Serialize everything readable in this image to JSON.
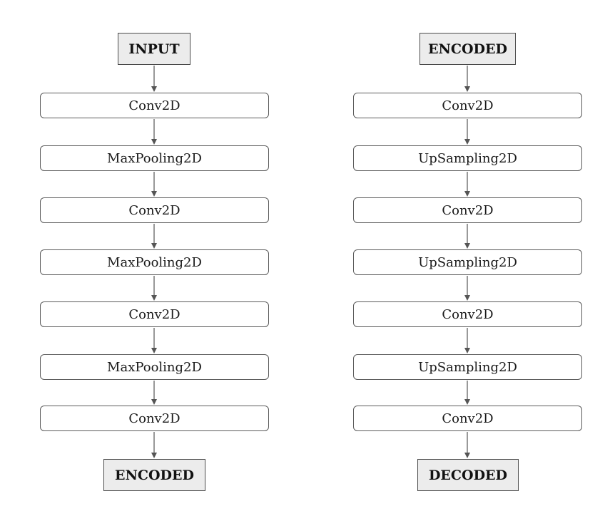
{
  "left_column": {
    "top_label": "INPUT",
    "layers": [
      "Conv2D",
      "MaxPooling2D",
      "Conv2D",
      "MaxPooling2D",
      "Conv2D",
      "MaxPooling2D",
      "Conv2D"
    ],
    "bottom_label": "ENCODED"
  },
  "right_column": {
    "top_label": "ENCODED",
    "layers": [
      "Conv2D",
      "UpSampling2D",
      "Conv2D",
      "UpSampling2D",
      "Conv2D",
      "UpSampling2D",
      "Conv2D"
    ],
    "bottom_label": "DECODED"
  },
  "colors": {
    "io_fill": "#ececec",
    "border": "#5a5a5a",
    "arrow": "#555555"
  }
}
